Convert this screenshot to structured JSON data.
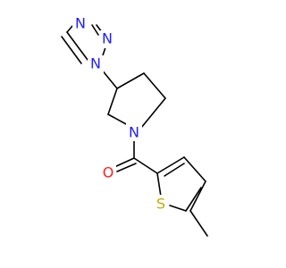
{
  "diagram": {
    "type": "chemical-structure",
    "atoms": [
      {
        "id": "a1",
        "symbol": "N",
        "color": "#2020ff"
      },
      {
        "id": "a2",
        "symbol": "N",
        "color": "#2020ff"
      },
      {
        "id": "a3",
        "symbol": "N",
        "color": "#2020ff"
      },
      {
        "id": "a4",
        "symbol": "N",
        "color": "#2020ff"
      },
      {
        "id": "a5",
        "symbol": "O",
        "color": "#ff2020"
      },
      {
        "id": "a6",
        "symbol": "S",
        "color": "#c8a800"
      }
    ]
  }
}
